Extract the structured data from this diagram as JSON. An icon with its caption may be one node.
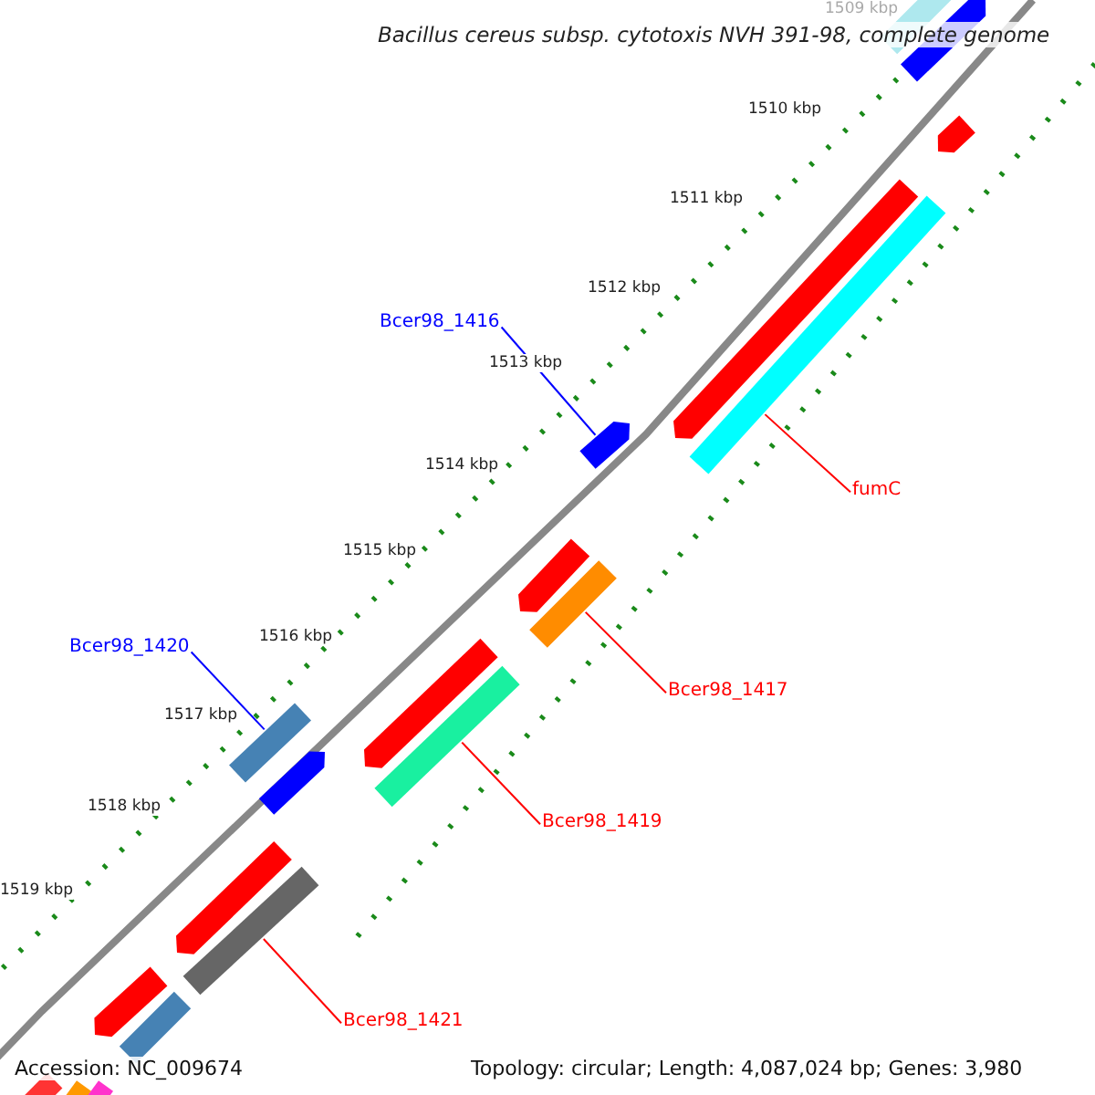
{
  "diagram": {
    "title": "Bacillus cereus subsp. cytotoxis NVH 391-98, complete genome",
    "nodes": [
      {
        "text": [],
        "shape": "bar"
      },
      {
        "text": [],
        "shape": "arrow"
      },
      {
        "text": [],
        "shape": "arrow"
      },
      {
        "text": [],
        "shape": "arrow"
      },
      {
        "text": [],
        "shape": "bar"
      },
      {
        "text": [
          "Bcer98_1416"
        ]
      },
      {
        "text": [],
        "shape": "arrow"
      },
      {
        "text": [
          "fumC"
        ]
      },
      {
        "text": [],
        "shape": "arrow"
      },
      {
        "text": [],
        "shape": "bar"
      },
      {
        "text": [
          "Bcer98_1417"
        ]
      },
      {
        "text": [
          "Bcer98_1420"
        ]
      },
      {
        "text": [],
        "shape": "arrow"
      },
      {
        "text": [],
        "shape": "bar"
      },
      {
        "text": [],
        "shape": "bar"
      },
      {
        "text": [],
        "shape": "arrow"
      },
      {
        "text": [
          "Bcer98_1419"
        ]
      },
      {
        "text": [],
        "shape": "arrow"
      },
      {
        "text": [],
        "shape": "bar"
      },
      {
        "text": [
          "Bcer98_1421"
        ]
      },
      {
        "text": [],
        "shape": "arrow"
      },
      {
        "text": [],
        "shape": "bar"
      },
      {
        "text": [],
        "shape": "bar"
      },
      {
        "text": [],
        "shape": "bar"
      },
      {
        "text": [],
        "shape": "bar"
      }
    ],
    "edges": [
      {
        "from": 5,
        "to": 6,
        "arrow": "none",
        "color": "#0000ff"
      },
      {
        "from": 7,
        "to": 4,
        "arrow": "none"
      },
      {
        "from": 10,
        "to": 9,
        "arrow": "none"
      },
      {
        "from": 11,
        "to": 14,
        "arrow": "none",
        "color": "#0000ff"
      },
      {
        "from": 16,
        "to": 13,
        "arrow": "none"
      },
      {
        "from": 19,
        "to": 18,
        "arrow": "none"
      }
    ],
    "labels": [
      "1509 kbp",
      "1510 kbp",
      "1511 kbp",
      "1512 kbp",
      "1513 kbp",
      "1514 kbp",
      "1515 kbp",
      "1516 kbp",
      "1517 kbp",
      "1518 kbp",
      "1519 kbp",
      "Accession: NC_009674",
      "Topology: circular; Length: 4,087,024 bp; Genes: 3,980"
    ]
  }
}
